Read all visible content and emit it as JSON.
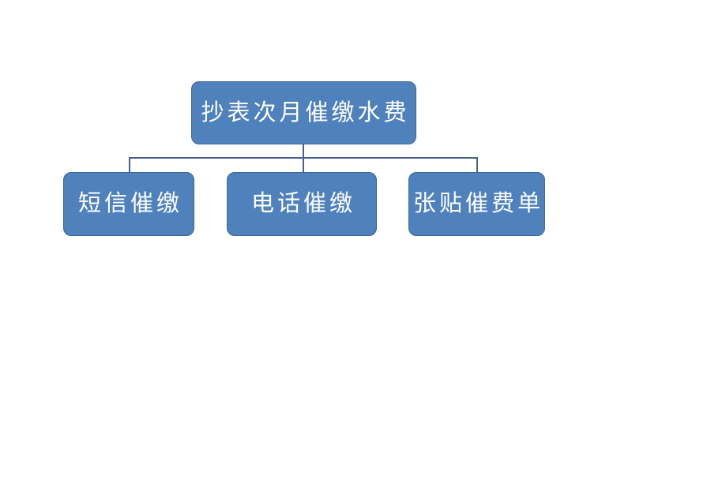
{
  "diagram": {
    "type": "org-chart",
    "root": {
      "label": "抄表次月催缴水费"
    },
    "children": [
      {
        "label": "短信催缴"
      },
      {
        "label": "电话催缴"
      },
      {
        "label": "张贴催费单"
      }
    ],
    "colors": {
      "background": "#ffffff",
      "node_fill": "#4f81bd",
      "node_border": "#3c6496",
      "connector": "#44618c",
      "text": "#ffffff"
    }
  }
}
